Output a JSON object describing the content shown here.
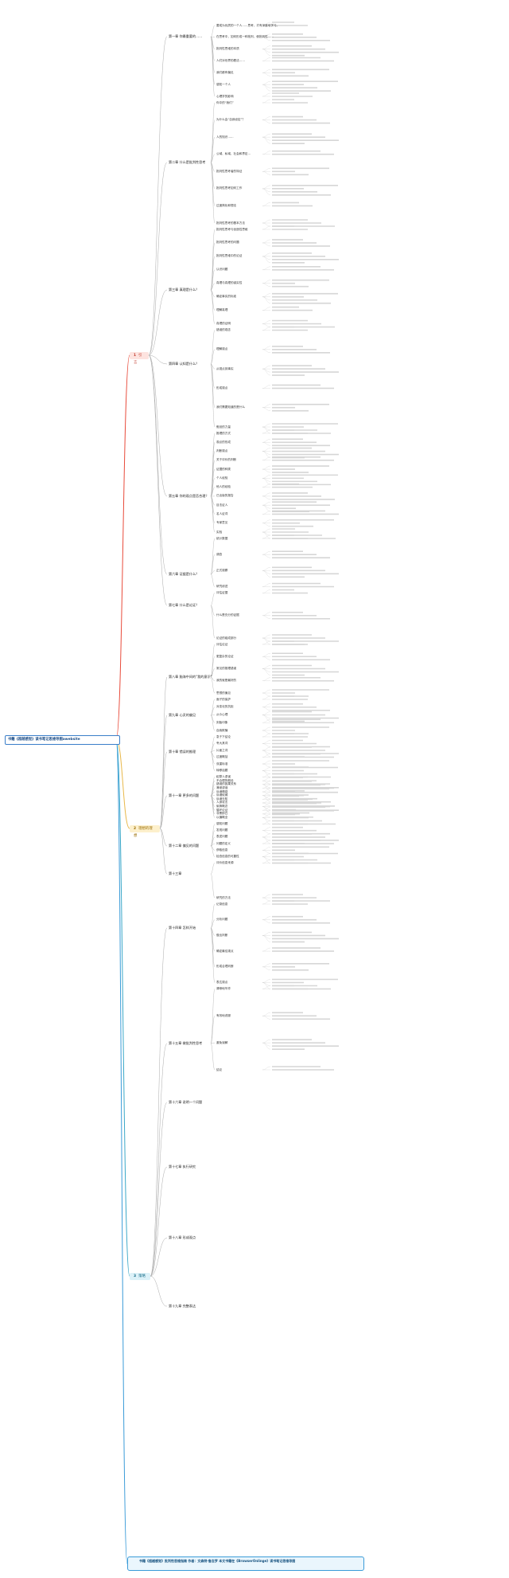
{
  "root": {
    "label": "书籍《超越感觉》读书笔记思维导图awebsite"
  },
  "colors": {
    "line": "#aaaaaa",
    "part1": "#e84a3a",
    "part2": "#e8b84a",
    "part3": "#3aa8c8",
    "part4": "#3a9bd8"
  },
  "parts": [
    {
      "num": "1",
      "label": "引言"
    },
    {
      "num": "2",
      "label": "理想的理想"
    },
    {
      "num": "3",
      "label": "策略"
    }
  ],
  "footer": {
    "icon": "4",
    "label": "书籍《超越感觉》批判性思维指南 作者：文森特·鲁吉罗 本文书籍在《BrowserOnlinge》读书笔记思维导图"
  },
  "chapters": [
    "第一章 你最重要的……",
    "第二章 什么是批判性思考",
    "第三章 真理是什么？",
    "第四章 认知是什么？",
    "第五章 你的观点是否合理？",
    "第六章 证据是什么？",
    "第七章 什么是论证？",
    "第八章 脑海中间的“我的意识”",
    "第九章 心灵的偏见",
    "第十章 错误的推理",
    "第十一章 更多的问题",
    "第十二章 偏见的问题",
    "第十三章",
    "第十四章 怎样开始",
    "第十五章 做批判性思考",
    "第十六章 说明一个问题",
    "第十七章 执行研究",
    "第十八章 形成观点",
    "第十九章 完整表达"
  ],
  "nodes": [
    "要成为优质的一个人……思考，才有深度地学习。",
    "在思考中，如何形成一种批判，使批判性……",
    "批判性思维的本质",
    "人们对世界的看法……",
    "我们都有偏见",
    "感知一个人",
    "心理学的影响",
    "你中的“我们”",
    "为什么会“自我设定”？",
    "人的知识……",
    "公域、私域、社会和界定…",
    "批判性思考者的特征",
    "批判性思考如何工作",
    "过度简化和想法",
    "批判性思考的基本方法",
    "批判性思考与创造性思维",
    "批判性思考的问题",
    "批判性思维中的论证",
    "认识问题",
    "真理与真理的诚实性",
    "确定事实的标准",
    "理解真理",
    "真理的证明",
    "错误的观念",
    "理解观点",
    "从观点到事实",
    "形成观点",
    "我们需要知道的是什么",
    "假设的力量",
    "推理的方式",
    "观点的形成",
    "判断观点",
    "关于评价的判断",
    "证据的种类",
    "个人经验",
    "他人的经验",
    "已出版的报告",
    "目击证人",
    "名人证词",
    "专家意见",
    "实验",
    "统计数据",
    "调查",
    "正式观察",
    "研究综述",
    "评估证据",
    "什么是充分的证据",
    "论证的组成部分",
    "评估论证",
    "更复杂的论证",
    "常见的推理错误",
    "我的就是最好的",
    "思想的偏见",
    "面子的保护",
    "对变化的抗拒",
    "从众心理",
    "刻板印象",
    "自我欺骗",
    "急于下结论",
    "夸大其词",
    "片面之词",
    "过度概括",
    "双重标准",
    "转移话题",
    "稻草人谬误",
    "不合理的假设",
    "错误的因果关系",
    "滑坡谬误",
    "诉诸情感",
    "诉诸权威",
    "诉诸无知",
    "人身攻击",
    "偷换概念",
    "循环论证",
    "非黑即白",
    "以偏概全",
    "感知问题",
    "发现问题",
    "表述问题",
    "问题的定义",
    "获取信息",
    "检查信息的可靠性",
    "评价信息来源",
    "研究的方法",
    "记录信息",
    "分析问题",
    "做出判断",
    "确定最佳观点",
    "形成合理判断",
    "表达观点",
    "清晰地写作",
    "有效地说服",
    "避免误解",
    "结论"
  ]
}
